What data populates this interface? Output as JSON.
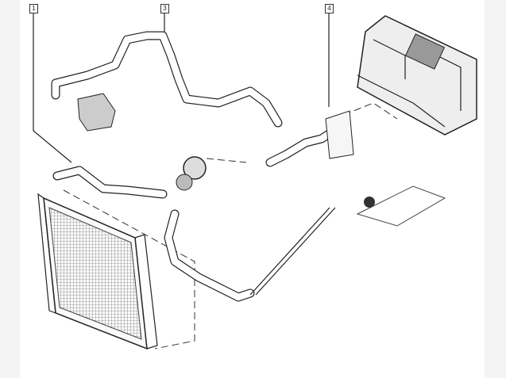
{
  "callouts": [
    {
      "label": "1"
    },
    {
      "label": "3"
    },
    {
      "label": "4"
    }
  ]
}
